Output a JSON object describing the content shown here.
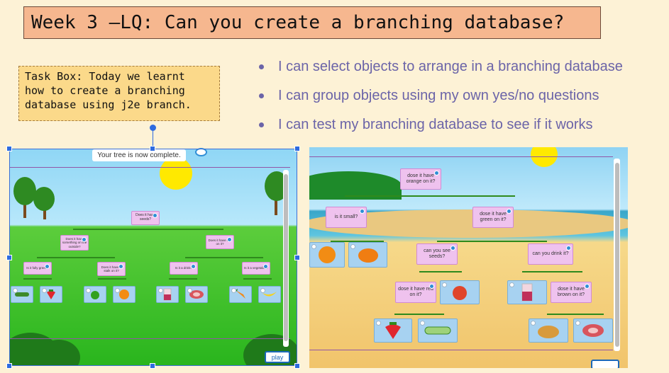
{
  "title": "Week 3 –LQ: Can you create a branching database?",
  "task_box": "Task Box: Today we learnt\nhow to create a branching\ndatabase using j2e branch.",
  "objectives": [
    "I can select objects to arrange in a branching database",
    "I can group objects using my own yes/no questions",
    "I can test my branching database to see if it works"
  ],
  "left_app": {
    "status_message": "Your tree is now complete.",
    "play_label": "play",
    "questions": {
      "root": "Does it have seeds?",
      "l1_left": "Does it have something on the outside?",
      "l1_right": "Does it have red on it?",
      "l2_a": "Is it fully green?",
      "l2_b": "Does it have a stalk on it?",
      "l2_c": "Is it a drink?",
      "l2_d": "Is it a vegetable?"
    },
    "objects": [
      "cucumber",
      "strawberry",
      "green apple",
      "orange",
      "drink",
      "steak",
      "carrot",
      "banana"
    ]
  },
  "right_app": {
    "questions": {
      "root": "dose it have orange on it?",
      "l1_left": "is it small?",
      "l1_right": "dose it have green on it?",
      "l2_left": "can you see seeds?",
      "l2_right": "can you drink it?",
      "l3_left": "dose it have red on it?",
      "l3_right": "dose it have brown on it?"
    },
    "objects": [
      "orange slice",
      "pumpkin",
      "tomato",
      "drink",
      "strawberry",
      "cucumber",
      "roast chicken",
      "steak"
    ]
  },
  "colors": {
    "title_bg": "#f6b78f",
    "task_bg": "#fbd98a",
    "bullet_text": "#6b64a8",
    "question_node": "#efc2ee",
    "object_node": "#a7d2f1",
    "selection": "#2e6be0"
  }
}
